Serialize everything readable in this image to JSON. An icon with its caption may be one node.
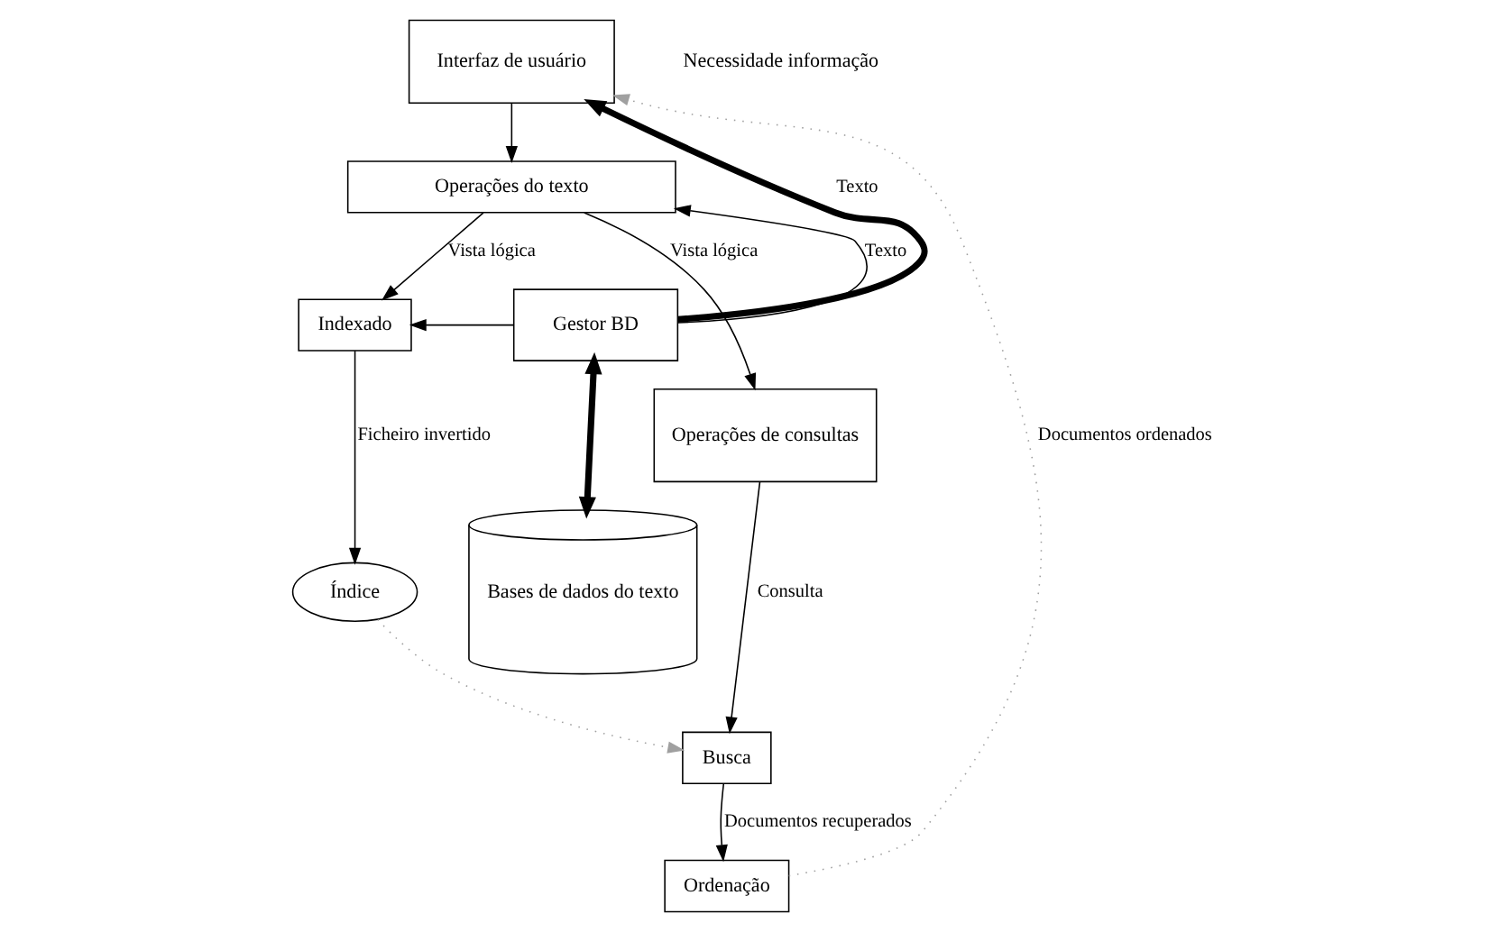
{
  "diagram": {
    "nodes": [
      {
        "text": [
          "Interfaz de usuário"
        ]
      },
      {
        "text": [
          "Operações do texto"
        ]
      },
      {
        "text": [
          "Operações de consultas"
        ]
      },
      {
        "text": [
          "Indexado"
        ]
      },
      {
        "text": [
          "Gestor BD"
        ]
      },
      {
        "text": [
          "Busca"
        ]
      },
      {
        "text": [
          "Índice"
        ]
      },
      {
        "text": [
          "Ordenação"
        ]
      },
      {
        "text": [
          "Bases de dados do texto"
        ]
      }
    ],
    "edges": [
      {
        "from": 0,
        "to": 1,
        "arrow": "to"
      },
      {
        "from": 4,
        "to": 0,
        "arrow": "to",
        "label": "Texto",
        "style": "thick"
      },
      {
        "from": 4,
        "to": 1,
        "arrow": "to",
        "label": "Texto"
      },
      {
        "from": 1,
        "to": 2,
        "arrow": "to",
        "label": "Vista lógica"
      },
      {
        "from": 1,
        "to": 3,
        "arrow": "to",
        "label": "Vista lógica"
      },
      {
        "from": 4,
        "to": 3,
        "arrow": "to"
      },
      {
        "from": 3,
        "to": 6,
        "arrow": "to",
        "label": "Ficheiro invertido"
      },
      {
        "from": 2,
        "to": 5,
        "arrow": "to",
        "label": "Consulta"
      },
      {
        "from": 6,
        "to": 5,
        "arrow": "to",
        "style": "dashed",
        "color": "#a0a0a0"
      },
      {
        "from": 5,
        "to": 7,
        "arrow": "to",
        "label": "Documentos recuperados"
      },
      {
        "from": 4,
        "to": 8,
        "arrow": "both",
        "style": "thick"
      },
      {
        "from": 7,
        "to": 0,
        "arrow": "to",
        "label": "Documentos ordenados",
        "style": "dashed",
        "color": "#a0a0a0"
      }
    ],
    "labels": [
      "Necessidade informação"
    ]
  }
}
